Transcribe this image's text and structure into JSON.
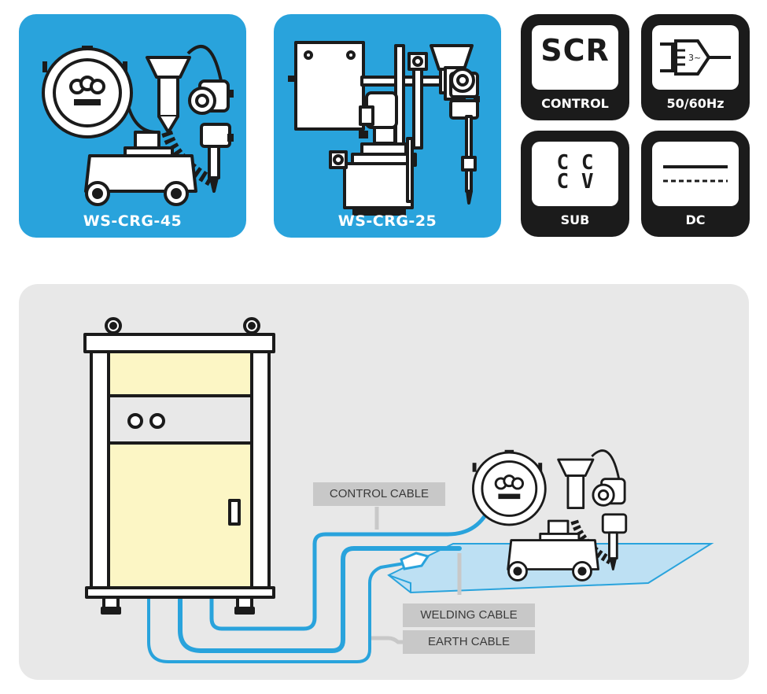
{
  "products": [
    {
      "model": "WS-CRG-45"
    },
    {
      "model": "WS-CRG-25"
    }
  ],
  "features": {
    "scr": {
      "title": "SCR",
      "caption": "CONTROL"
    },
    "freq": {
      "icon_text": "3~",
      "caption": "50/60Hz"
    },
    "sub": {
      "line1": "C C",
      "line2": "C V",
      "caption": "SUB"
    },
    "dc": {
      "caption": "DC"
    }
  },
  "cables": {
    "control": "CONTROL CABLE",
    "welding": "WELDING CABLE",
    "earth": "EARTH CABLE"
  },
  "colors": {
    "brand_blue": "#29a3dc",
    "badge_dark": "#1b1b1b",
    "cabinet_fill": "#fcf6c5",
    "workpiece": "#bde0f3",
    "cable": "#29a3dc"
  }
}
